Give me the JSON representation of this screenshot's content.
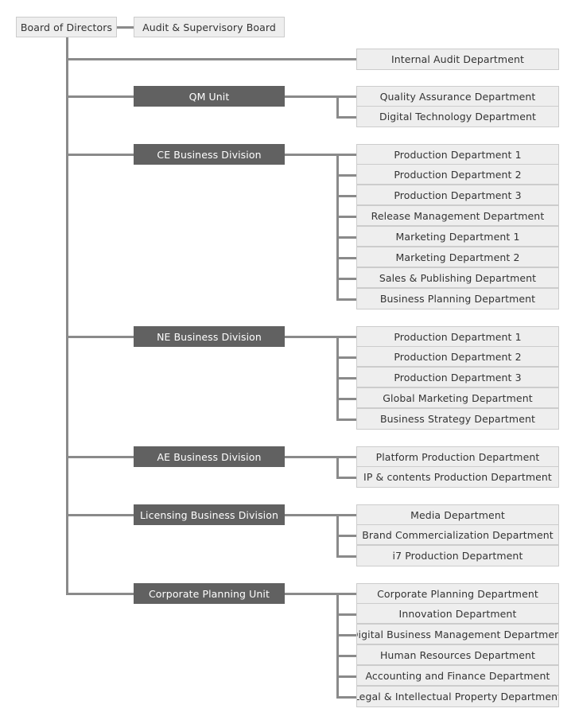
{
  "colors": {
    "connector": "#8a8a8a",
    "unit_box": "#616161",
    "unit_text": "#ffffff",
    "dept_box": "#eeeeee",
    "dept_border": "#cccccc",
    "dept_text": "#333333"
  },
  "root": "Board of Directors",
  "audit_board": "Audit & Supervisory Board",
  "internal_audit": "Internal Audit Department",
  "units": [
    {
      "name": "QM Unit",
      "departments": [
        "Quality Assurance Department",
        "Digital Technology Department"
      ]
    },
    {
      "name": "CE Business Division",
      "departments": [
        "Production Department 1",
        "Production Department 2",
        "Production Department 3",
        "Release Management Department",
        "Marketing Department 1",
        "Marketing Department 2",
        "Sales & Publishing Department",
        "Business Planning Department"
      ]
    },
    {
      "name": "NE Business Division",
      "departments": [
        "Production Department 1",
        "Production Department 2",
        "Production Department 3",
        "Global Marketing Department",
        "Business Strategy Department"
      ]
    },
    {
      "name": "AE Business Division",
      "departments": [
        "Platform Production Department",
        "IP & contents Production Department"
      ]
    },
    {
      "name": "Licensing Business Division",
      "departments": [
        "Media Department",
        "Brand Commercialization Department",
        "i7 Production Department"
      ]
    },
    {
      "name": "Corporate Planning Unit",
      "departments": [
        "Corporate Planning Department",
        "Innovation Department",
        "Digital Business Management Department",
        "Human Resources Department",
        "Accounting and Finance Department",
        "Legal & Intellectual Property Department"
      ]
    }
  ]
}
